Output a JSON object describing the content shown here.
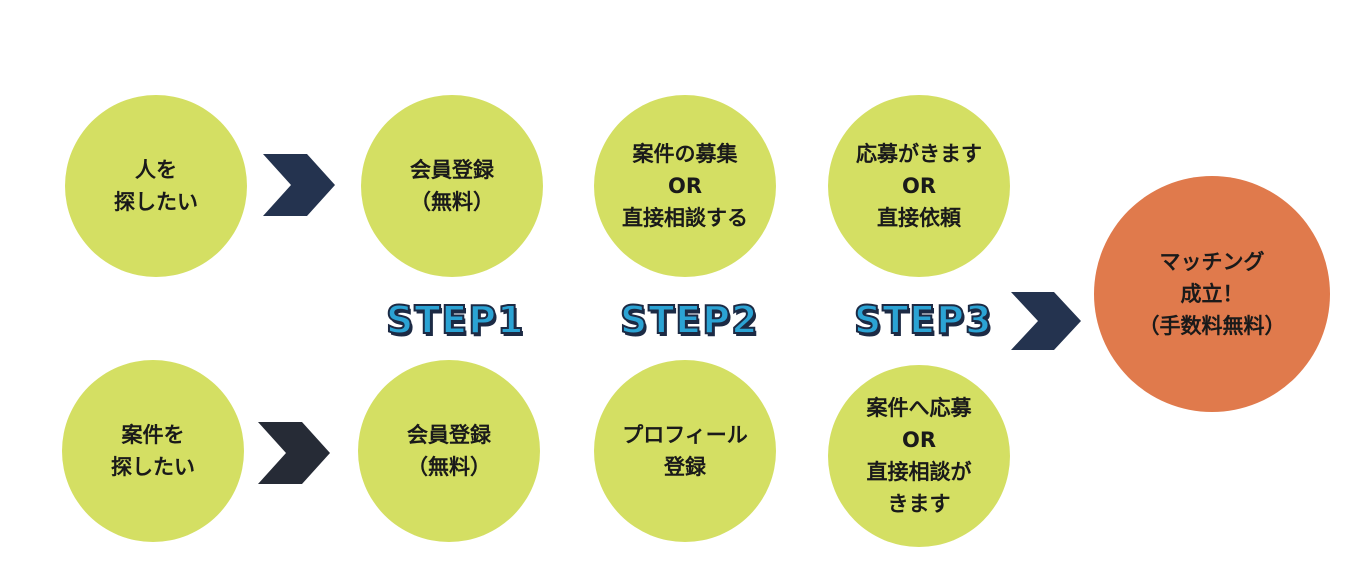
{
  "colors": {
    "circle_fill": "#d4df63",
    "result_fill": "#e07a4c",
    "arrow_navy": "#24334f",
    "arrow_dark": "#262b36",
    "step_fill": "#2ba3d4",
    "step_outline": "#1c2a44"
  },
  "rows": {
    "top": {
      "start": "人を\n探したい",
      "step1": "会員登録\n（無料）",
      "step2": "案件の募集\nOR\n直接相談する",
      "step3": "応募がきます\nOR\n直接依頼"
    },
    "bottom": {
      "start": "案件を\n探したい",
      "step1": "会員登録\n（無料）",
      "step2": "プロフィール\n登録",
      "step3": "案件へ応募\nOR\n直接相談が\nきます"
    }
  },
  "steps": {
    "step1": "STEP1",
    "step2": "STEP2",
    "step3": "STEP3"
  },
  "result": "マッチング\n成立！\n（手数料無料）",
  "icons": {
    "top_arrow": "chevron-right-icon",
    "bottom_arrow": "chevron-right-icon",
    "result_arrow": "chevron-right-icon"
  }
}
